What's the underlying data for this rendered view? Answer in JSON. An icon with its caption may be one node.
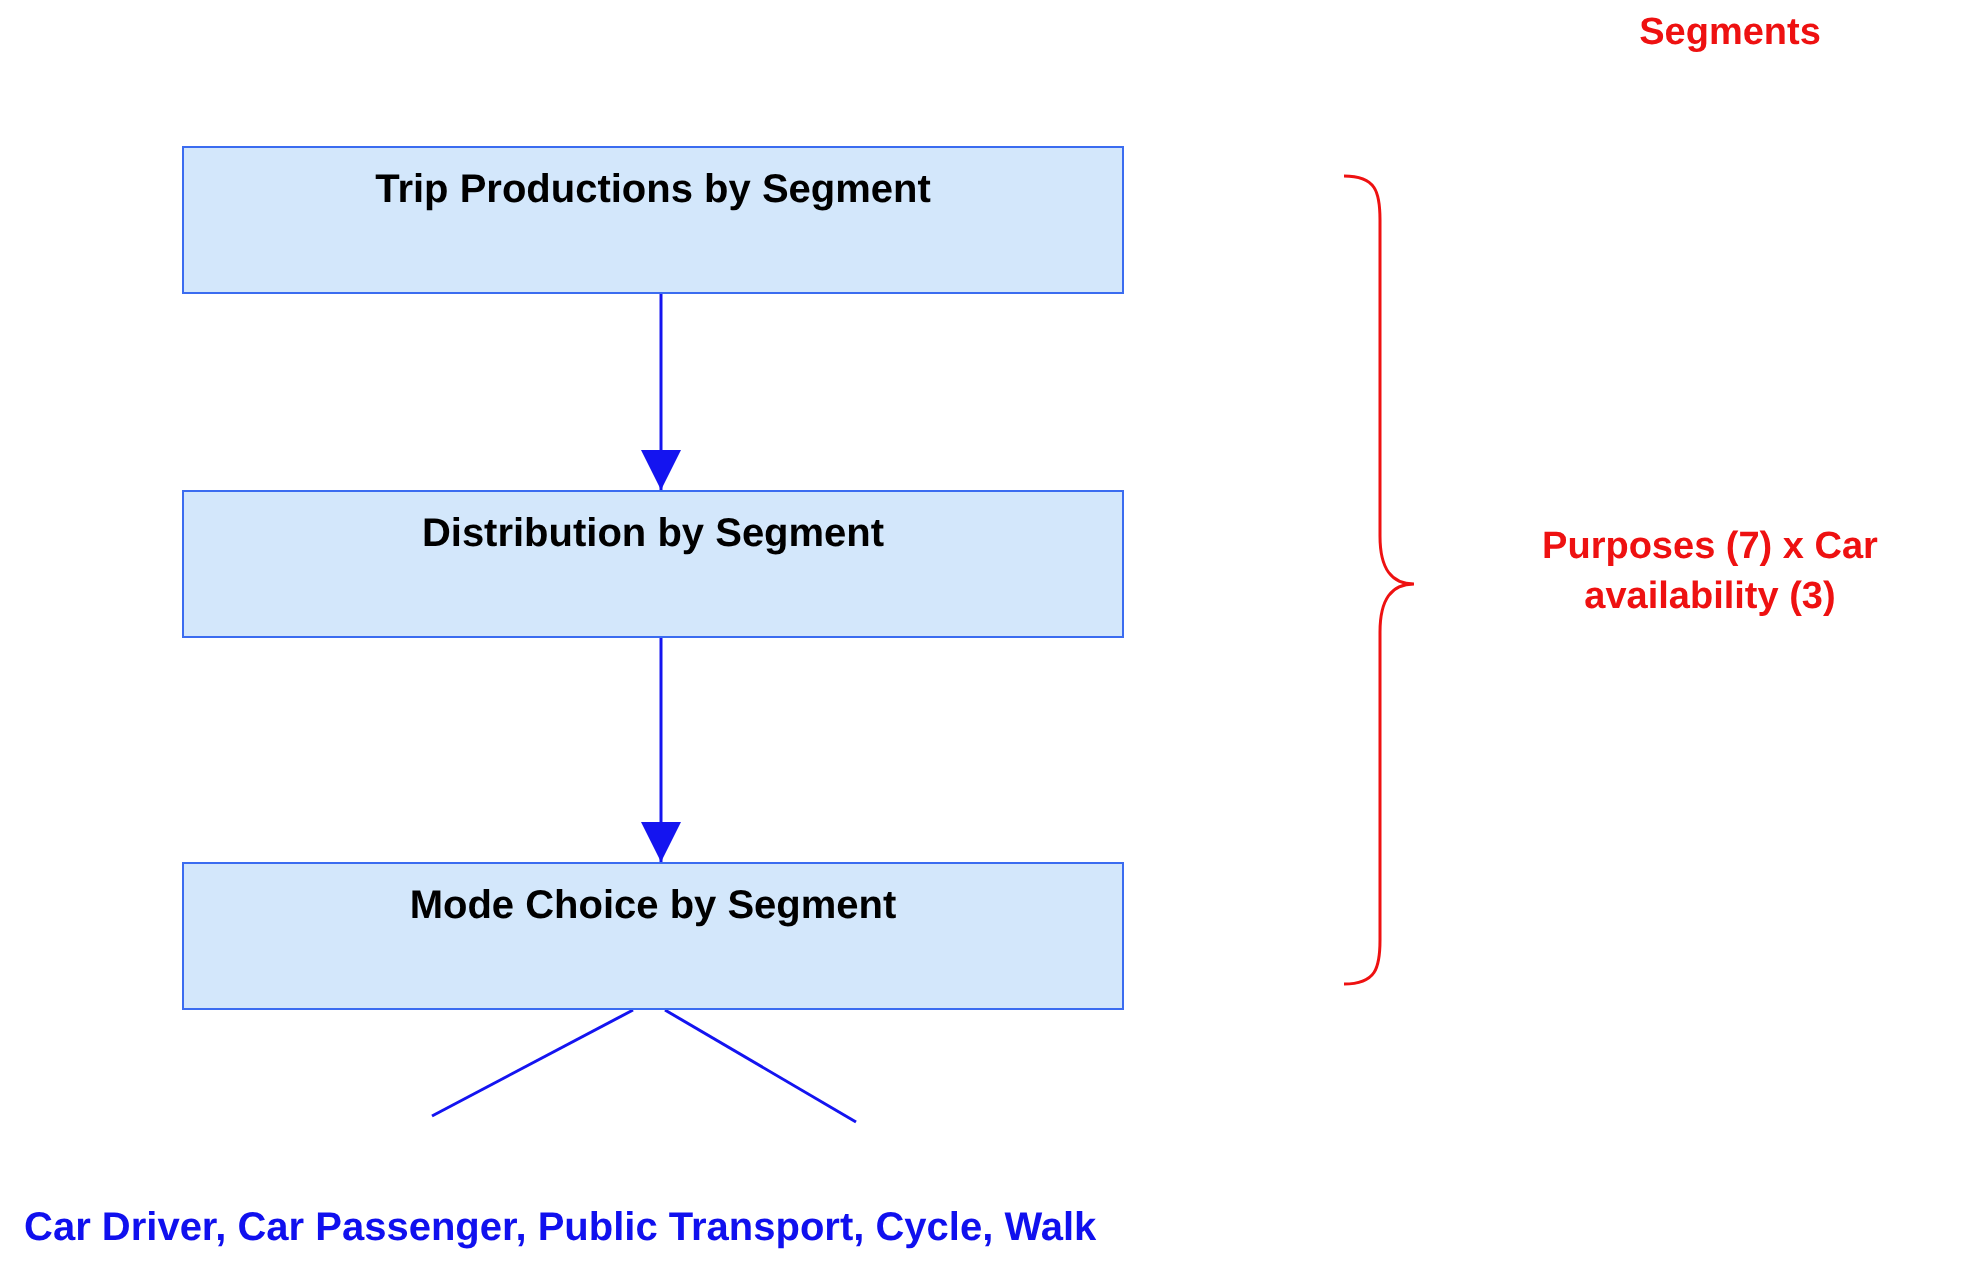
{
  "diagram": {
    "nodes": [
      {
        "text": [
          "Trip Productions by Segment"
        ]
      },
      {
        "text": [
          "Distribution by Segment"
        ]
      },
      {
        "text": [
          "Mode Choice by Segment"
        ]
      }
    ],
    "edges": [
      {
        "from": 0,
        "to": 1,
        "arrow": "to"
      },
      {
        "from": 1,
        "to": 2,
        "arrow": "to"
      },
      {
        "from": 2,
        "to": null,
        "arrow": "none"
      },
      {
        "from": 2,
        "to": null,
        "arrow": "none"
      }
    ],
    "labels": [
      "Segments",
      "Purposes (7) x Car availability (3)",
      "Car Driver, Car Passenger, Public Transport, Cycle, Walk"
    ]
  }
}
